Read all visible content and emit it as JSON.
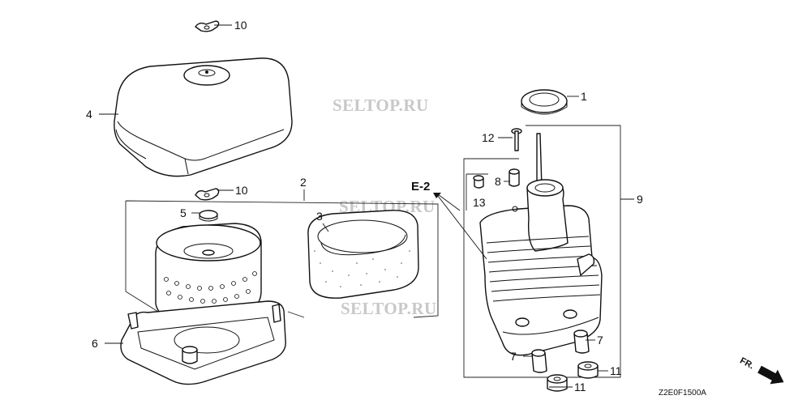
{
  "watermark": "SELTOP.RU",
  "callouts": {
    "c1": "1",
    "c2": "2",
    "c3": "3",
    "c4": "4",
    "c5": "5",
    "c6": "6",
    "c7a": "7",
    "c7b": "7",
    "c8": "8",
    "c9": "9",
    "c10a": "10",
    "c10b": "10",
    "c11a": "11",
    "c11b": "11",
    "c12": "12",
    "c13": "13"
  },
  "reference": "E-2",
  "direction": "FR.",
  "drawing_code": "Z2E0F1500A"
}
